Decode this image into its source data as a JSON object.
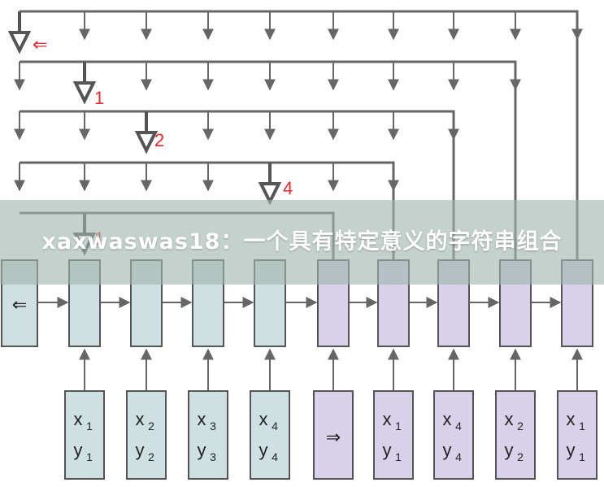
{
  "banner": {
    "title": "xaxwaswas18：一个具有特定意义的字符串组合"
  },
  "colors": {
    "line": "#666666",
    "encoder_fill": "#cfe0e3",
    "decoder_fill": "#d9d1ea",
    "box_stroke": "#555555",
    "accent_red": "#e8262e"
  },
  "layer_markers": [
    {
      "symbol": "⇐"
    },
    {
      "symbol": "1"
    },
    {
      "symbol": "2"
    },
    {
      "symbol": "4"
    },
    {
      "symbol": "1"
    }
  ],
  "state_boxes": [
    {
      "kind": "encoder",
      "symbol": "⇐"
    },
    {
      "kind": "encoder",
      "symbol": ""
    },
    {
      "kind": "encoder",
      "symbol": ""
    },
    {
      "kind": "encoder",
      "symbol": ""
    },
    {
      "kind": "encoder",
      "symbol": ""
    },
    {
      "kind": "decoder",
      "symbol": ""
    },
    {
      "kind": "decoder",
      "symbol": ""
    },
    {
      "kind": "decoder",
      "symbol": ""
    },
    {
      "kind": "decoder",
      "symbol": ""
    },
    {
      "kind": "decoder",
      "symbol": ""
    }
  ],
  "input_boxes": [
    {
      "kind": "encoder",
      "x": "x",
      "x_sub": "1",
      "y": "y",
      "y_sub": "1",
      "symbol": ""
    },
    {
      "kind": "encoder",
      "x": "x",
      "x_sub": "2",
      "y": "y",
      "y_sub": "2",
      "symbol": ""
    },
    {
      "kind": "encoder",
      "x": "x",
      "x_sub": "3",
      "y": "y",
      "y_sub": "3",
      "symbol": ""
    },
    {
      "kind": "encoder",
      "x": "x",
      "x_sub": "4",
      "y": "y",
      "y_sub": "4",
      "symbol": ""
    },
    {
      "kind": "decoder",
      "x": "",
      "x_sub": "",
      "y": "",
      "y_sub": "",
      "symbol": "⇒"
    },
    {
      "kind": "decoder",
      "x": "x",
      "x_sub": "1",
      "y": "y",
      "y_sub": "1",
      "symbol": ""
    },
    {
      "kind": "decoder",
      "x": "x",
      "x_sub": "4",
      "y": "y",
      "y_sub": "4",
      "symbol": ""
    },
    {
      "kind": "decoder",
      "x": "x",
      "x_sub": "2",
      "y": "y",
      "y_sub": "2",
      "symbol": ""
    },
    {
      "kind": "decoder",
      "x": "x",
      "x_sub": "1",
      "y": "y",
      "y_sub": "1",
      "symbol": ""
    }
  ]
}
